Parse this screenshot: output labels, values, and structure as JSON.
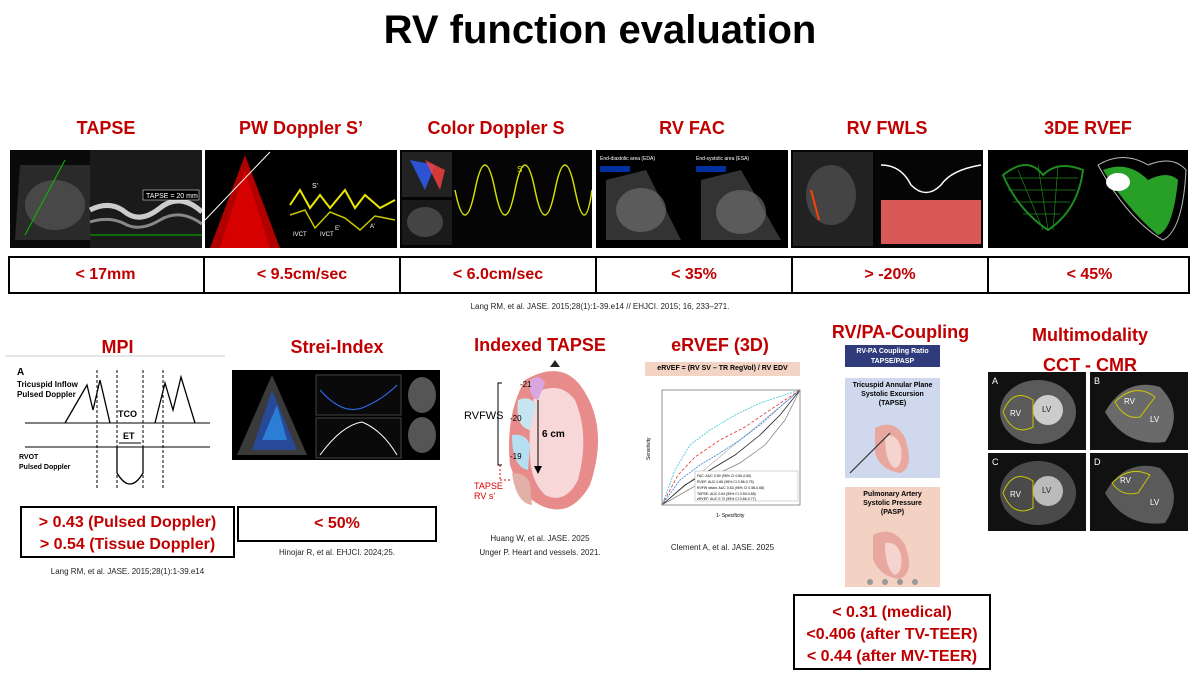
{
  "title": "RV function evaluation",
  "top_row": {
    "items": [
      {
        "heading": "TAPSE",
        "value": "< 17mm",
        "img_label": "TAPSE = 20 mm"
      },
      {
        "heading": "PW Doppler S’",
        "value": "< 9.5cm/sec",
        "img_labels": [
          "S'",
          "IVCT",
          "IVCT",
          "E'",
          "A'"
        ]
      },
      {
        "heading": "Color Doppler S",
        "value": "< 6.0cm/sec",
        "img_label": "S'"
      },
      {
        "heading": "RV FAC",
        "value": "< 35%",
        "img_labels": [
          "End-diastolic area (EDA)",
          "End-systolic area (ESA)"
        ]
      },
      {
        "heading": "RV FWLS",
        "value": "> -20%"
      },
      {
        "heading": "3DE RVEF",
        "value": "< 45%"
      }
    ],
    "citation": "Lang RM, et al. JASE. 2015;28(1):1-39.e14 // EHJCI. 2015; 16, 233–271."
  },
  "mpi": {
    "heading": "MPI",
    "diagram": {
      "panel": "A",
      "inflow": "Tricuspid Inflow",
      "inflow2": "Pulsed Doppler",
      "tco": "TCO",
      "et": "ET",
      "rvot": "RVOT",
      "rvot2": "Pulsed Doppler"
    },
    "values": [
      "> 0.43 (Pulsed Doppler)",
      "> 0.54 (Tissue Doppler)"
    ],
    "citation": "Lang RM, et al. JASE. 2015;28(1):1-39.e14"
  },
  "strei": {
    "heading": "Strei-Index",
    "value": "< 50%",
    "citation": "Hinojar R, et al. EHJCI. 2024;25."
  },
  "indexed_tapse": {
    "heading": "Indexed TAPSE",
    "labels": {
      "rvfws": "RVFWS",
      "s21": "-21",
      "s20": "-20",
      "s19": "-19",
      "cm": "6 cm",
      "tapse": "TAPSE",
      "rvs": "RV s'"
    },
    "citations": [
      "Huang W, et al. JASE. 2025",
      "Unger P. Heart and vessels. 2021."
    ]
  },
  "rvef": {
    "heading": "eRVEF (3D)",
    "formula": "eRVEF = (RV SV – TR RegVol) / RV EDV",
    "xlabel": "1- Specificity",
    "ylabel": "Sensitivity",
    "legend": [
      "FAC: AUC 0.50 (95% CI 0.50-0.60)",
      "RVEF: AUC 0.65 (95% CI 0.56-0.75)",
      "RVFW strain: AUC 0.63 (95% CI 0.58-0.68)",
      "TAPSE: AUC 0.64 (95% CI 0.59-0.68)",
      "eRVEF: AUC 0.72 (95% CI 0.66-0.77)"
    ],
    "citation": "Clement A, et al. JASE. 2025"
  },
  "coupling": {
    "heading": "RV/PA-Coupling",
    "panel_title": [
      "RV-PA Coupling Ratio",
      "TAPSE/PASP"
    ],
    "tapse_label": [
      "Tricuspid Annular Plane",
      "Systolic Excursion",
      "(TAPSE)"
    ],
    "pasp_label": [
      "Pulmonary Artery",
      "Systolic Pressure",
      "(PASP)"
    ],
    "values": [
      "< 0.31 (medical)",
      "<0.406 (after TV-TEER)",
      "< 0.44 (after MV-TEER)"
    ]
  },
  "multimodality": {
    "heading": [
      "Multimodality",
      "CCT - CMR"
    ],
    "panels": [
      {
        "letter": "A",
        "labels": [
          "RV",
          "LV"
        ]
      },
      {
        "letter": "B",
        "labels": [
          "RV",
          "LV"
        ]
      },
      {
        "letter": "C",
        "labels": [
          "RV",
          "LV"
        ]
      },
      {
        "letter": "D",
        "labels": [
          "RV",
          "LV"
        ]
      }
    ]
  }
}
